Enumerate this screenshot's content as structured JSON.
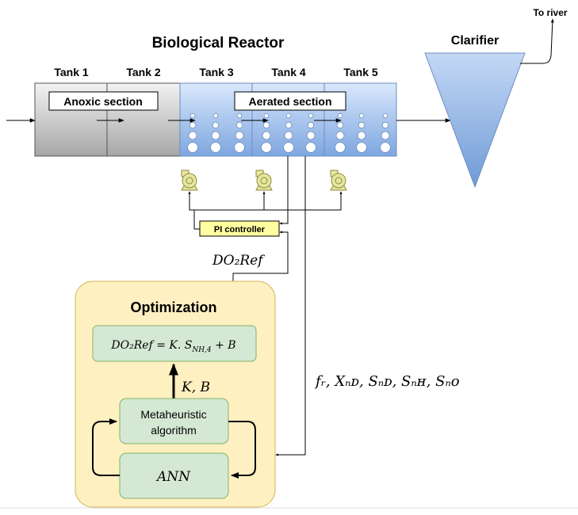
{
  "title": "Biological Reactor",
  "tanks": [
    "Tank 1",
    "Tank 2",
    "Tank 3",
    "Tank 4",
    "Tank 5"
  ],
  "sections": {
    "anoxic": "Anoxic section",
    "aerated": "Aerated section"
  },
  "clarifier": "Clarifier",
  "river": "To river",
  "controller": "PI controller",
  "do_ref": "DO₂Ref",
  "optimization": {
    "title": "Optimization",
    "equation": "DO₂Ref = K. S",
    "equation_sub": "NH,4",
    "equation_tail": " + B",
    "kb": "K, B",
    "algorithm_line1": "Metaheuristic",
    "algorithm_line2": "algorithm",
    "ann": "ANN"
  },
  "measurements": "fᵣ, Xₙᴅ, Sₙᴅ, Sₙʜ, Sₙᴏ",
  "colors": {
    "anoxic_top": "#f2f2f2",
    "anoxic_bottom": "#a6a6a6",
    "aerated_top": "#dae8fc",
    "aerated_bottom": "#7ea6e0",
    "clarifier_top": "#c4d8f5",
    "clarifier_bottom": "#6f9bd6",
    "pump": "#e6e6a1",
    "pump_stroke": "#8c8c3a",
    "controller_fill": "#ffffa0",
    "opt_fill": "#fff0c2",
    "opt_stroke": "#d6b656",
    "box_fill": "#d5e8d4",
    "box_stroke": "#82b366"
  }
}
